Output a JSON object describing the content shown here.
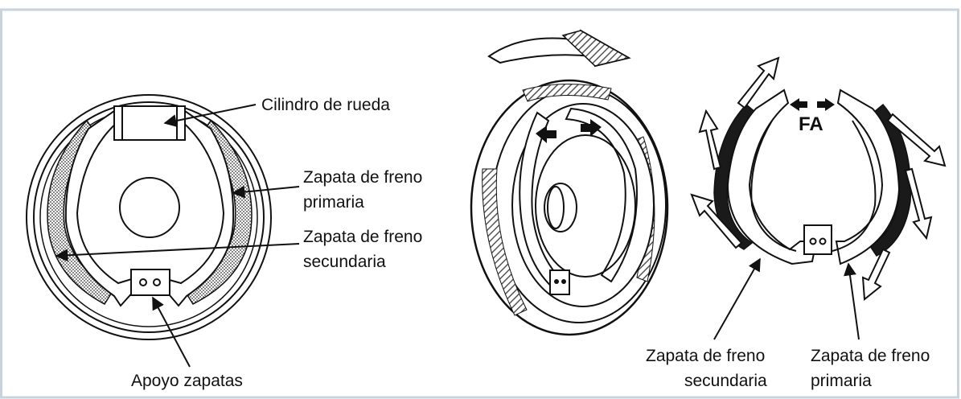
{
  "colors": {
    "frame_border": "#c9d3de",
    "ink": "#111111",
    "lining_dark": "#1a1a1a",
    "hatch": "#8a8a8a",
    "background": "#ffffff"
  },
  "left_drum": {
    "labels": {
      "wheel_cylinder": "Cilindro de rueda",
      "primary_shoe_line1": "Zapata de freno",
      "primary_shoe_line2": "primaria",
      "secondary_shoe_line1": "Zapata de freno",
      "secondary_shoe_line2": "secundaria",
      "anchor": "Apoyo zapatas"
    }
  },
  "middle_drum": {
    "icons": [
      "rotation-arrow-icon",
      "push-arrow-left-icon",
      "push-arrow-right-icon"
    ]
  },
  "right_shoes": {
    "force_label": "FA",
    "labels": {
      "secondary_line1": "Zapata de freno",
      "secondary_line2": "secundaria",
      "primary_line1": "Zapata de freno",
      "primary_line2": "primaria"
    }
  }
}
